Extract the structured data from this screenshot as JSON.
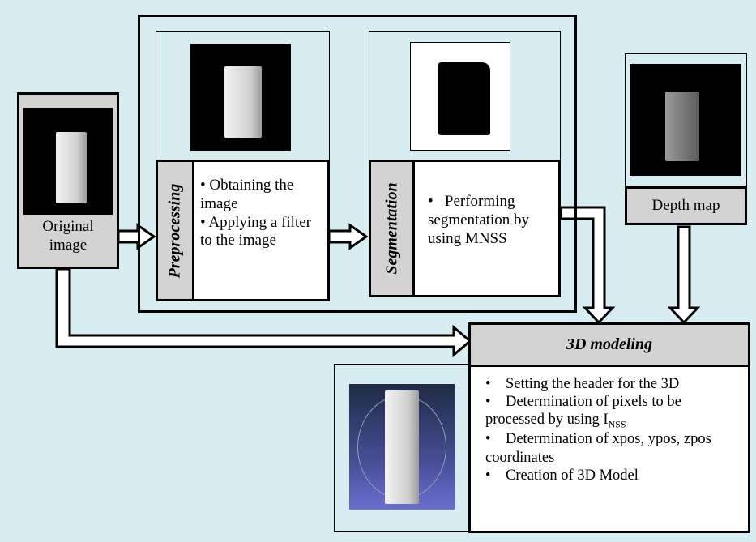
{
  "blocks": {
    "original": {
      "label_line1": "Original",
      "label_line2": "image"
    },
    "preprocessing": {
      "title": "Preprocessing",
      "items": [
        {
          "bullet": "•",
          "text": "Obtaining the image"
        },
        {
          "bullet": "•",
          "text": "Applying a filter to the image"
        }
      ]
    },
    "segmentation": {
      "title": "Segmentation",
      "items": [
        {
          "bullet": "•",
          "text": "Performing segmentation by using MNSS"
        }
      ]
    },
    "depth": {
      "label": "Depth map"
    },
    "modeling": {
      "title": "3D modeling",
      "items": [
        {
          "bullet": "•",
          "text": "Setting the header for the 3D"
        },
        {
          "bullet": "•",
          "text": "Determination of pixels to be processed by using I",
          "sub": "NSS"
        },
        {
          "bullet": "•",
          "text": "Determination of xpos, ypos, zpos coordinates"
        },
        {
          "bullet": "•",
          "text": "Creation of 3D Model"
        }
      ]
    }
  },
  "colors": {
    "background": "#d7edf2",
    "label_fill": "#d3d3d3",
    "border": "#000000"
  }
}
